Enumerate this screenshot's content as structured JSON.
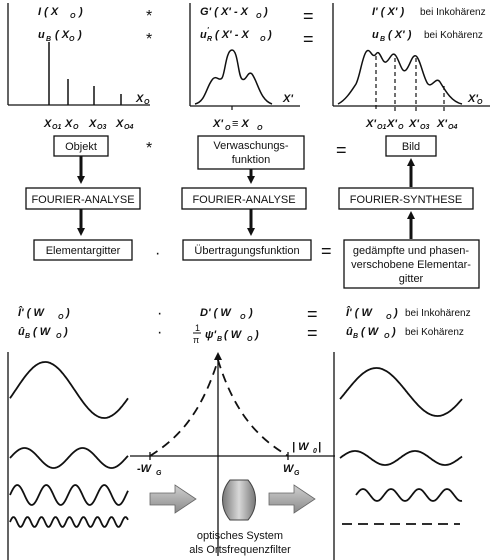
{
  "top_panel": {
    "left_label_1": "I ( X",
    "left_label_1_sub": "O",
    "left_label_2": "u",
    "left_label_2_sub": "B",
    "left_label_2_arg": "( X",
    "left_label_2_arg_sub": "O",
    "left_axis": "X",
    "left_axis_sub": "O",
    "left_ticks": [
      "X",
      "X",
      "X",
      "X"
    ],
    "left_tick_subs": [
      "O1",
      "O",
      "O3",
      "O4"
    ],
    "op_convolve": "*",
    "mid_label_1": "G' ( X' - X",
    "mid_label_1_sub": "O",
    "mid_label_2": "u",
    "mid_label_2_sup": "'",
    "mid_label_2_sub": "R",
    "mid_label_2_arg": "( X' - X",
    "mid_label_2_arg_sub": "O",
    "mid_axis": "X'",
    "mid_tick": "X'",
    "mid_tick_sub": "O",
    "mid_tick_rest": "≡ X",
    "mid_tick_rest_sub": "O",
    "op_equals": "=",
    "right_label_1": "I' ( X' )",
    "right_label_2": "u",
    "right_label_2_sub": "B",
    "right_label_2_arg": "( X' )",
    "bei_inkoharenz": "bei Inkohärenz",
    "bei_koharenz": "bei Kohärenz",
    "right_axis": "X'",
    "right_axis_sub": "O",
    "right_ticks": [
      "X'",
      "X'",
      "X'",
      "X'"
    ],
    "right_tick_subs": [
      "O1",
      "O",
      "O3",
      "O4"
    ]
  },
  "boxes": {
    "objekt": "Objekt",
    "verwaschung_1": "Verwaschungs-",
    "verwaschung_2": "funktion",
    "bild": "Bild",
    "fourier_analyse_1": "FOURIER-ANALYSE",
    "fourier_analyse_2": "FOURIER-ANALYSE",
    "fourier_synthese": "FOURIER-SYNTHESE",
    "elementargitter": "Elementargitter",
    "ubertragung": "Übertragungsfunktion",
    "gedampft_1": "gedämpfte und phasen-",
    "gedampft_2": "verschobene Elementar-",
    "gedampft_3": "gitter"
  },
  "operators": {
    "convolve": "*",
    "dot": "·",
    "equals": "="
  },
  "bottom_panel": {
    "left_1": "Î' ( W",
    "left_1_sub": "O",
    "left_2": "û",
    "left_2_sub": "B",
    "left_2_arg": "( W",
    "left_2_arg_sub": "O",
    "mid_1": "D' ( W",
    "mid_1_sub": "O",
    "mid_2_frac_num": "1",
    "mid_2_frac_den": "π",
    "mid_2": "ψ'",
    "mid_2_sub": "B",
    "mid_2_arg": "( W",
    "mid_2_arg_sub": "O",
    "right_1": "Î' ( W",
    "right_1_sub": "O",
    "right_2": "û",
    "right_2_sub": "B",
    "right_2_arg": "( W",
    "right_2_arg_sub": "O",
    "bei_inkoharenz": "bei Inkohärenz",
    "bei_koharenz": "bei Kohärenz",
    "axis_w": "| W",
    "axis_w_sub": "0",
    "axis_w_end": "|",
    "neg_wg": "-W",
    "neg_wg_sub": "G",
    "pos_wg": "W",
    "pos_wg_sub": "G",
    "lens_caption_1": "optisches System",
    "lens_caption_2": "als Ortsfrequenzfilter"
  }
}
